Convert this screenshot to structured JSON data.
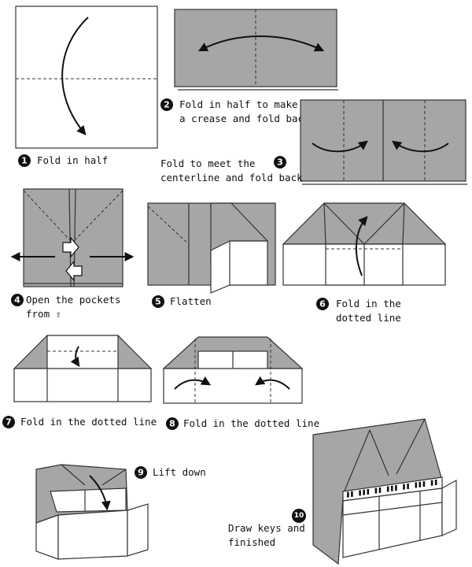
{
  "steps": [
    {
      "num": "1",
      "lines": [
        "Fold in half"
      ]
    },
    {
      "num": "2",
      "lines": [
        "Fold in half to make",
        "a crease and fold back"
      ]
    },
    {
      "num": "3",
      "lines": [
        "Fold to meet the",
        "centerline and fold back"
      ]
    },
    {
      "num": "4",
      "lines": [
        "Open the pockets",
        "from ⇧"
      ]
    },
    {
      "num": "5",
      "lines": [
        "Flatten"
      ]
    },
    {
      "num": "6",
      "lines": [
        "Fold in the",
        "dotted line"
      ]
    },
    {
      "num": "7",
      "lines": [
        "Fold in the dotted line"
      ]
    },
    {
      "num": "8",
      "lines": [
        "Fold in the dotted line"
      ]
    },
    {
      "num": "9",
      "lines": [
        "Lift down"
      ]
    },
    {
      "num": "10",
      "lines": [
        "Draw keys and",
        "finished"
      ]
    }
  ],
  "colors": {
    "paper": "#a6a6a6",
    "outline": "#333333",
    "arrow": "#111111"
  }
}
